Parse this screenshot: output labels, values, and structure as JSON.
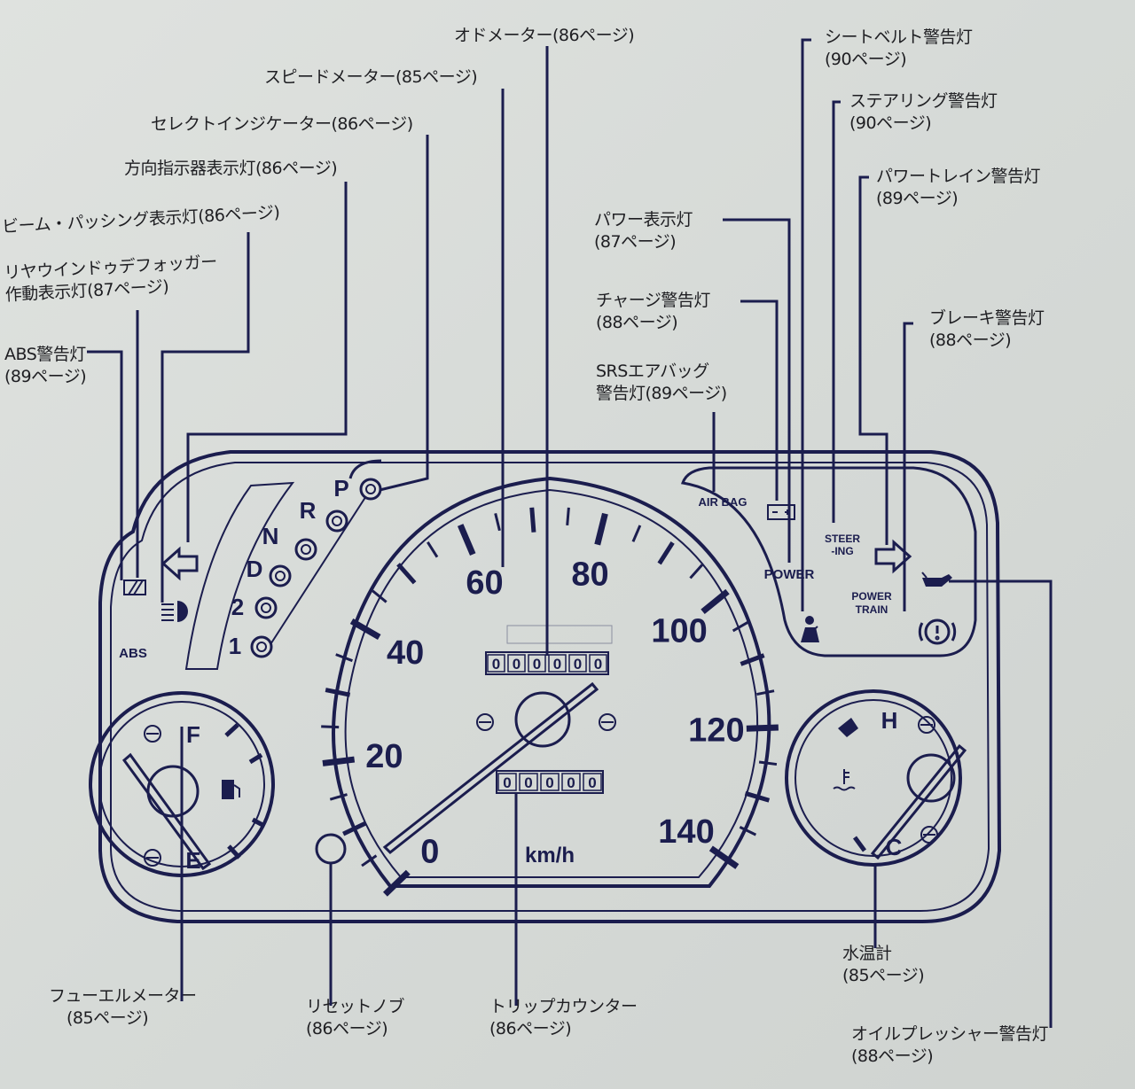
{
  "callouts": {
    "odometer": {
      "name": "オドメーター",
      "page": "(86ページ)"
    },
    "speedometer": {
      "name": "スピードメーター",
      "page": "(85ページ)"
    },
    "select_indicator": {
      "name": "セレクトインジケーター",
      "page": "(86ページ)"
    },
    "turn_signal": {
      "name": "方向指示器表示灯",
      "page": "(86ページ)"
    },
    "beam_passing": {
      "name": "ビーム・パッシング表示灯",
      "page": "(86ページ)"
    },
    "rear_defogger": {
      "name": "リヤウインドゥデフォッガー",
      "name2": "作動表示灯",
      "page": "(87ページ)"
    },
    "abs_warning": {
      "name": "ABS警告灯",
      "page": "(89ページ)"
    },
    "seatbelt_warning": {
      "name": "シートベルト警告灯",
      "page": "(90ページ)"
    },
    "steering_warning": {
      "name": "ステアリング警告灯",
      "page": "(90ページ)"
    },
    "powertrain_warning": {
      "name": "パワートレイン警告灯",
      "page": "(89ページ)"
    },
    "power_indicator": {
      "name": "パワー表示灯",
      "page": "(87ページ)"
    },
    "charge_warning": {
      "name": "チャージ警告灯",
      "page": "(88ページ)"
    },
    "srs_airbag_warning": {
      "name": "SRSエアバッグ",
      "name2": "警告灯",
      "page": "(89ページ)"
    },
    "brake_warning": {
      "name": "ブレーキ警告灯",
      "page": "(88ページ)"
    },
    "fuel_meter": {
      "name": "フューエルメーター",
      "page": "(85ページ)"
    },
    "reset_knob": {
      "name": "リセットノブ",
      "page": "(86ページ)"
    },
    "trip_counter": {
      "name": "トリップカウンター",
      "page": "(86ページ)"
    },
    "water_temp": {
      "name": "水温計",
      "page": "(85ページ)"
    },
    "oil_pressure_warning": {
      "name": "オイルプレッシャー警告灯",
      "page": "(88ページ)"
    }
  },
  "speedometer": {
    "unit": "km/h",
    "min": 0,
    "max": 140,
    "labels": [
      "0",
      "20",
      "40",
      "60",
      "80",
      "100",
      "120",
      "140"
    ],
    "needle_value": 0
  },
  "odometer": "000000",
  "trip": "00000",
  "selector": [
    "P",
    "R",
    "N",
    "D",
    "2",
    "1"
  ],
  "fuel": {
    "full": "F",
    "empty": "E"
  },
  "temp": {
    "hot": "H",
    "cold": "C"
  },
  "indicators": {
    "abs": "ABS",
    "airbag": "AIR BAG",
    "power": "POWER",
    "steer1": "STEER",
    "steer2": "-ING",
    "pt1": "POWER",
    "pt2": "TRAIN"
  }
}
